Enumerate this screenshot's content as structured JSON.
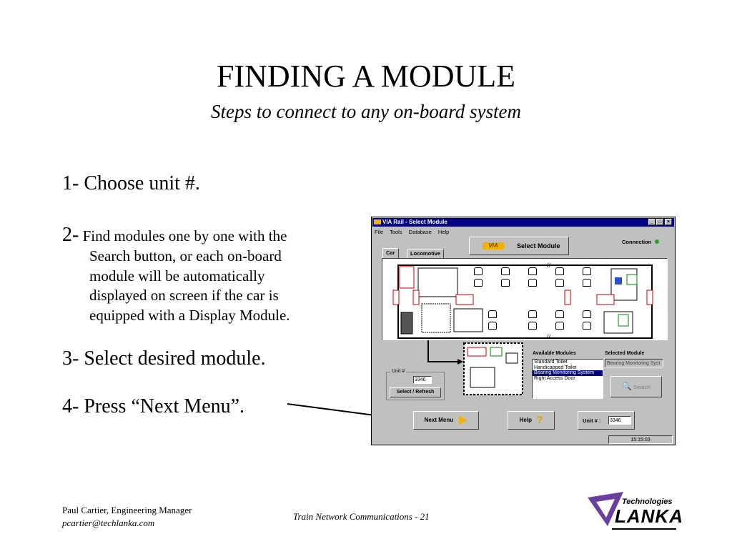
{
  "slide": {
    "title": "FINDING A MODULE",
    "subtitle": "Steps to connect to any on-board system",
    "steps": {
      "s1": "1- Choose unit #.",
      "s2_num": "2-",
      "s2_line1": " Find modules one by one with the",
      "s2_line2": "Search button, or each on-board",
      "s2_line3": "module will be automatically",
      "s2_line4": "displayed on screen if the car is",
      "s2_line5": "equipped with a Display Module.",
      "s3": "3- Select desired module.",
      "s4": "4- Press “Next Menu”."
    },
    "footer": {
      "author": "Paul Cartier, Engineering Manager",
      "email": "pcartier@techlanka.com",
      "center": "Train Network Communications - 21",
      "logo_top": "Technologies",
      "logo_bottom": "LANKA"
    }
  },
  "app": {
    "window_title": "VIA Rail - Select Module",
    "menu": [
      "File",
      "Tools",
      "Database",
      "Help"
    ],
    "logo_text": "VIA",
    "header_label": "Select Module",
    "connection_label": "Connection",
    "tabs": [
      "Car",
      "Locomotive"
    ],
    "unit_group_label": "Unit #",
    "unit_value": "3346",
    "select_refresh_label": "Select / Refresh",
    "available_modules_label": "Available Modules",
    "available_modules": [
      "Standard Toilet",
      "Handicapped Toilet",
      "Bearing Monitoring System",
      "Right Access Door"
    ],
    "selected_index": 2,
    "selected_module_label": "Selected Module",
    "selected_module_value": "Bearing Monitoring Syst",
    "search_label": "Search",
    "next_menu_label": "Next Menu",
    "help_label": "Help",
    "unit_footer_label": "Unit # :",
    "unit_footer_value": "3346",
    "clock": "15:15:03"
  },
  "colors": {
    "titlebar": "#000080",
    "window": "#c0c0c0",
    "logo_purple": "#6a3fa0",
    "via_yellow": "#f2b200"
  }
}
